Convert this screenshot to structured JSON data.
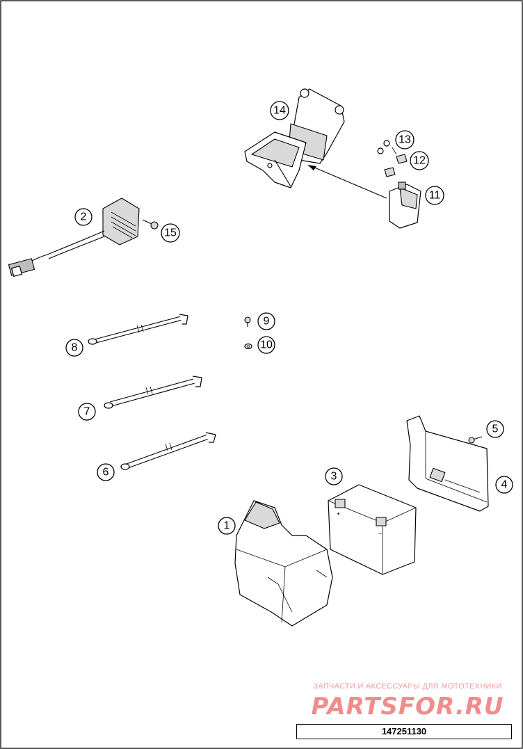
{
  "diagram": {
    "callouts": [
      {
        "id": "1",
        "label": "1"
      },
      {
        "id": "2",
        "label": "2"
      },
      {
        "id": "3",
        "label": "3"
      },
      {
        "id": "4",
        "label": "4"
      },
      {
        "id": "5",
        "label": "5"
      },
      {
        "id": "6",
        "label": "6"
      },
      {
        "id": "7",
        "label": "7"
      },
      {
        "id": "8",
        "label": "8"
      },
      {
        "id": "9",
        "label": "9"
      },
      {
        "id": "10",
        "label": "10"
      },
      {
        "id": "11",
        "label": "11"
      },
      {
        "id": "12",
        "label": "12"
      },
      {
        "id": "13",
        "label": "13"
      },
      {
        "id": "14",
        "label": "14"
      },
      {
        "id": "15",
        "label": "15"
      }
    ]
  },
  "watermark": {
    "tagline": "ЗАПЧАСТИ И АКСЕССУАРЫ ДЛЯ МОТОТЕХНИКИ",
    "logo": "PARTSFOR.RU"
  },
  "drawing_number": "147251130",
  "colors": {
    "line": "#000000",
    "watermark": "#f08c8c",
    "background": "#ffffff"
  }
}
